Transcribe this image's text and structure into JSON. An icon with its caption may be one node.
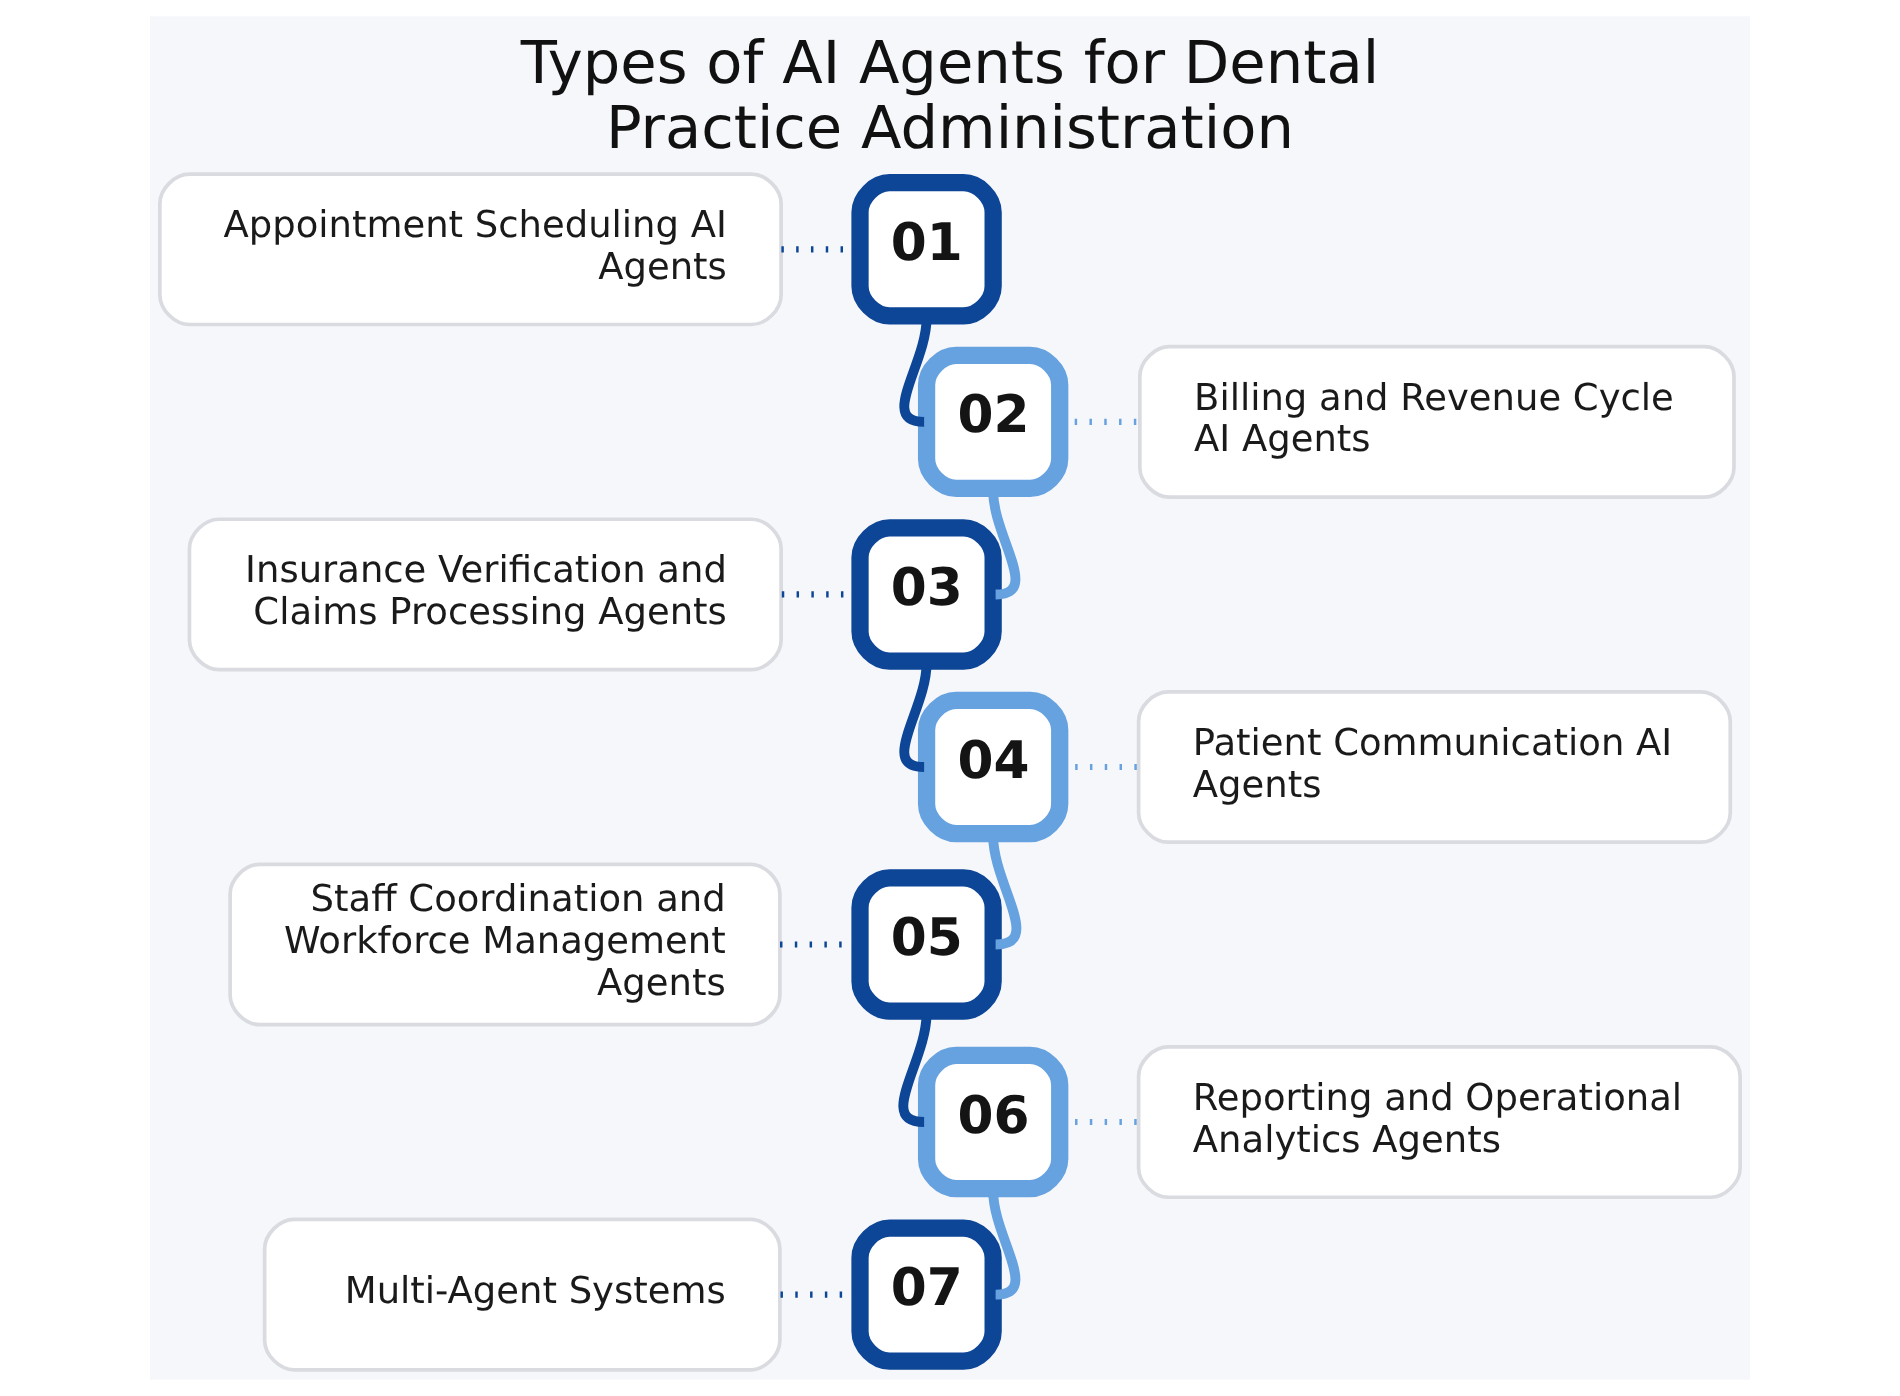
{
  "diagram": {
    "title": "Types of AI Agents for Dental Practice Administration",
    "nodes": [
      {
        "text": [
          "Appointment Scheduling AI Agents"
        ]
      },
      {
        "text": [
          "01"
        ]
      },
      {
        "text": [
          "02"
        ]
      },
      {
        "text": [
          "Billing and Revenue Cycle AI Agents"
        ]
      },
      {
        "text": [
          "Insurance Verification and Claims Processing Agents"
        ]
      },
      {
        "text": [
          "03"
        ]
      },
      {
        "text": [
          "04"
        ]
      },
      {
        "text": [
          "Patient Communication AI Agents"
        ]
      },
      {
        "text": [
          "Staff Coordination and Workforce Management Agents"
        ]
      },
      {
        "text": [
          "05"
        ]
      },
      {
        "text": [
          "06"
        ]
      },
      {
        "text": [
          "Reporting and Operational Analytics Agents"
        ]
      },
      {
        "text": [
          "Multi-Agent Systems"
        ]
      },
      {
        "text": [
          "07"
        ]
      }
    ],
    "edges": [
      {
        "from": 0,
        "to": 1,
        "arrow": "none",
        "style": "dashed",
        "color": "#0d4597"
      },
      {
        "from": 1,
        "to": 2,
        "arrow": "none",
        "color": "#0d4597"
      },
      {
        "from": 2,
        "to": 3,
        "arrow": "none",
        "style": "dashed",
        "color": "#66a1e0"
      },
      {
        "from": 2,
        "to": 5,
        "arrow": "none",
        "color": "#66a1e0"
      },
      {
        "from": 4,
        "to": 5,
        "arrow": "none",
        "style": "dashed",
        "color": "#0d4597"
      },
      {
        "from": 5,
        "to": 6,
        "arrow": "none",
        "color": "#0d4597"
      },
      {
        "from": 6,
        "to": 7,
        "arrow": "none",
        "style": "dashed",
        "color": "#66a1e0"
      },
      {
        "from": 6,
        "to": 9,
        "arrow": "none",
        "color": "#66a1e0"
      },
      {
        "from": 8,
        "to": 9,
        "arrow": "none",
        "style": "dashed",
        "color": "#0d4597"
      },
      {
        "from": 9,
        "to": 10,
        "arrow": "none",
        "color": "#0d4597"
      },
      {
        "from": 10,
        "to": 11,
        "arrow": "none",
        "style": "dashed",
        "color": "#66a1e0"
      },
      {
        "from": 10,
        "to": 13,
        "arrow": "none",
        "color": "#66a1e0"
      },
      {
        "from": 12,
        "to": 13,
        "arrow": "none",
        "style": "dashed",
        "color": "#0d4597"
      }
    ]
  }
}
